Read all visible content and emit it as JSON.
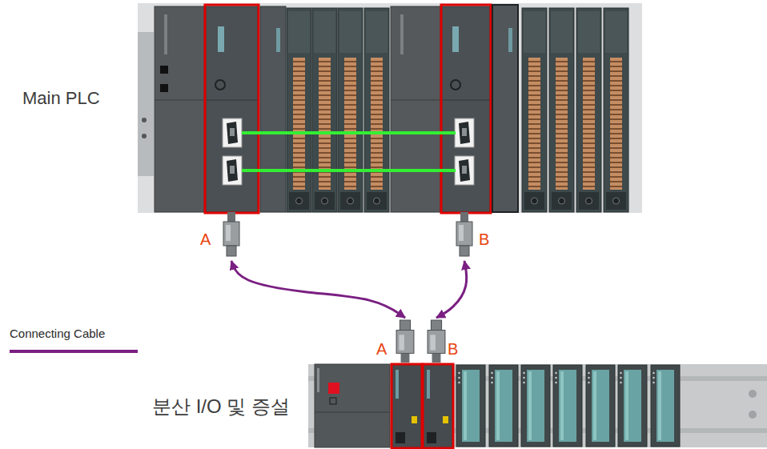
{
  "diagram": {
    "nodes": [
      {
        "text": [
          "A"
        ]
      },
      {
        "text": [
          "B"
        ]
      },
      {
        "text": [
          "A"
        ]
      },
      {
        "text": [
          "B"
        ]
      }
    ],
    "edges": [
      {
        "from": 0,
        "to": 2,
        "arrow": "both"
      },
      {
        "from": 1,
        "to": 3,
        "arrow": "both"
      }
    ],
    "labels": [
      "Main PLC",
      "분산 I/O 및 증설"
    ],
    "legend": [
      {
        "text": "Connecting Cable"
      }
    ]
  }
}
